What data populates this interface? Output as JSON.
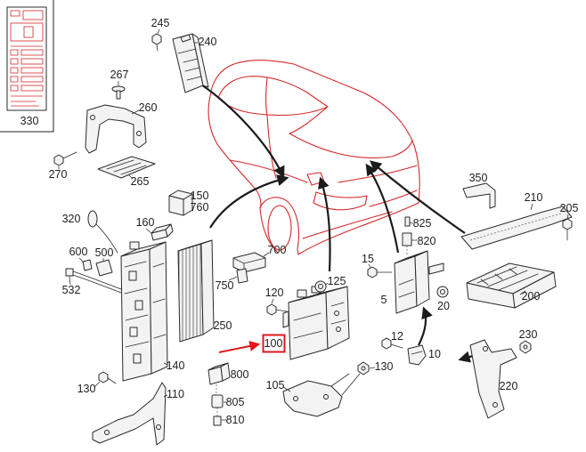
{
  "diagram": {
    "callouts": {
      "c330": "330",
      "c245": "245",
      "c240": "240",
      "c267": "267",
      "c260": "260",
      "c270": "270",
      "c265": "265",
      "c150": "150",
      "c760": "760",
      "c160": "160",
      "c320": "320",
      "c600": "600",
      "c500": "500",
      "c532": "532",
      "c750": "750",
      "c700": "700",
      "c250": "250",
      "c120": "120",
      "c125": "125",
      "c100": "100",
      "c140": "140",
      "c130_left": "130",
      "c110": "110",
      "c800": "800",
      "c805": "805",
      "c810": "810",
      "c105": "105",
      "c130_mid": "130",
      "c15": "15",
      "c825": "825",
      "c820": "820",
      "c5": "5",
      "c20": "20",
      "c12": "12",
      "c10": "10",
      "c350": "350",
      "c210": "210",
      "c205": "205",
      "c200": "200",
      "c230": "230",
      "c220": "220"
    },
    "colors": {
      "vehicle_outline": "#d42a2a",
      "highlight": "#e3161b",
      "part_line": "#2b2b2b",
      "part_fill": "#f3f3f3"
    }
  }
}
